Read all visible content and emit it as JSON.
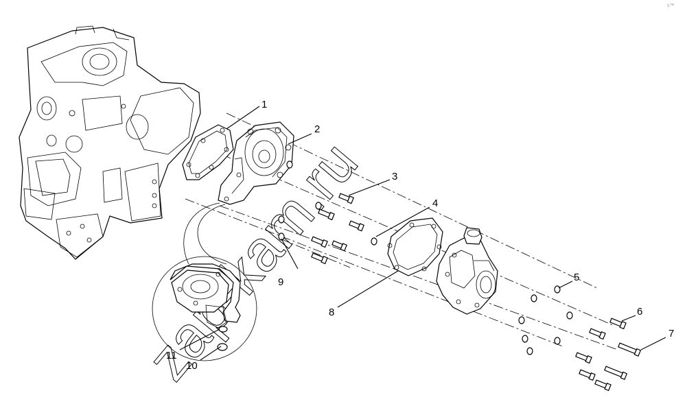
{
  "watermark": "zap-kam.ru",
  "corner_mark": "s™",
  "callouts": [
    "1",
    "2",
    "3",
    "4",
    "5",
    "6",
    "7",
    "8",
    "9",
    "10",
    "11"
  ]
}
